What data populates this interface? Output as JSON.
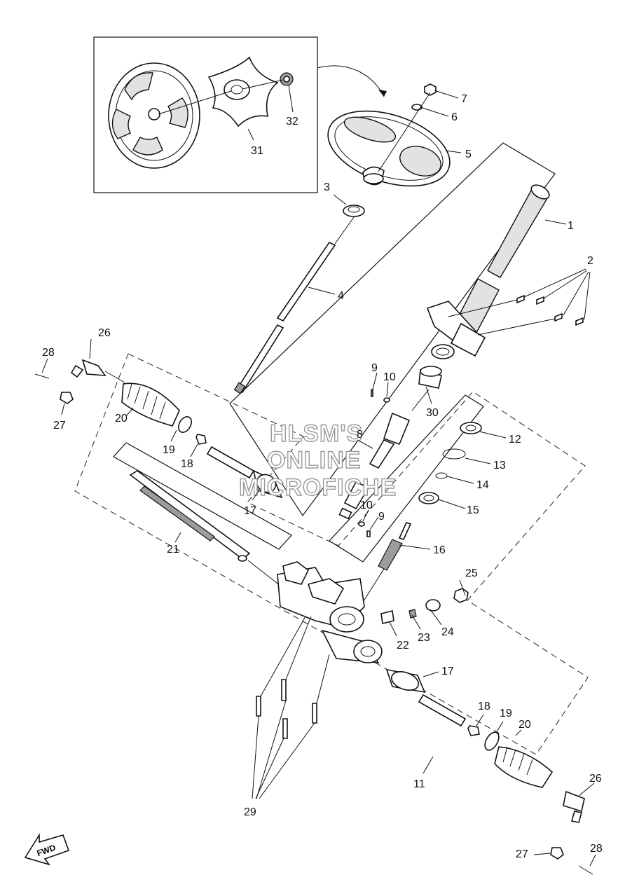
{
  "watermark": {
    "line1": "HLSM'S",
    "line2": "ONLINE",
    "line3": "MICROFICHE"
  },
  "fwd_label": "FWD",
  "callouts": [
    {
      "id": "1",
      "part": "steering-column"
    },
    {
      "id": "2",
      "part": "column-bracket-bolts"
    },
    {
      "id": "3",
      "part": "collar"
    },
    {
      "id": "4",
      "part": "steering-shaft"
    },
    {
      "id": "5",
      "part": "steering-wheel"
    },
    {
      "id": "6",
      "part": "washer"
    },
    {
      "id": "7",
      "part": "nut"
    },
    {
      "id": "8",
      "part": "universal-joint"
    },
    {
      "id": "9",
      "part": "bolt"
    },
    {
      "id": "10",
      "part": "washer"
    },
    {
      "id": "11",
      "part": "steering-gear-assembly"
    },
    {
      "id": "12",
      "part": "seal"
    },
    {
      "id": "13",
      "part": "circlip"
    },
    {
      "id": "14",
      "part": "o-ring"
    },
    {
      "id": "15",
      "part": "bearing"
    },
    {
      "id": "16",
      "part": "pinion"
    },
    {
      "id": "17",
      "part": "tie-rod-inner"
    },
    {
      "id": "18",
      "part": "nut"
    },
    {
      "id": "19",
      "part": "clamp"
    },
    {
      "id": "20",
      "part": "boot"
    },
    {
      "id": "21",
      "part": "rack"
    },
    {
      "id": "22",
      "part": "guide"
    },
    {
      "id": "23",
      "part": "spring"
    },
    {
      "id": "24",
      "part": "adjuster"
    },
    {
      "id": "25",
      "part": "lock-nut"
    },
    {
      "id": "26",
      "part": "tie-rod-end"
    },
    {
      "id": "27",
      "part": "castle-nut"
    },
    {
      "id": "28",
      "part": "cotter-pin"
    },
    {
      "id": "29",
      "part": "mounting-bolts"
    },
    {
      "id": "30",
      "part": "bushing"
    },
    {
      "id": "31",
      "part": "center-cap"
    },
    {
      "id": "32",
      "part": "emblem"
    }
  ]
}
